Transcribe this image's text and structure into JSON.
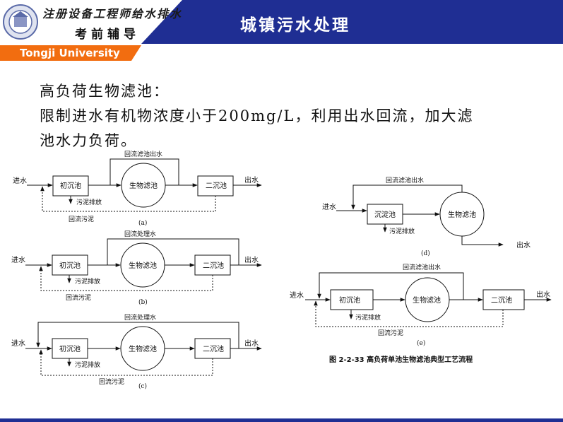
{
  "header": {
    "cert_line": "注册设备工程师给水排水",
    "guide_line": "考前辅导",
    "title": "城镇污水处理",
    "university": "Tongji University",
    "colors": {
      "navy": "#1f2e93",
      "orange": "#f26d10"
    }
  },
  "intro": {
    "line1": "高负荷生物滤池：",
    "line2": "限制进水有机物浓度小于200mg/L，利用出水回流，加大滤",
    "line3": "池水力负荷。"
  },
  "flows": {
    "a": {
      "inflow": "进水",
      "primary": "初沉池",
      "biofilter": "生物滤池",
      "secondary": "二沉池",
      "outflow": "出水",
      "recycle": "回流滤池出水",
      "sludge": "污泥排放",
      "sludge_return": "回流污泥",
      "label": "(a)"
    },
    "b": {
      "inflow": "进水",
      "primary": "初沉池",
      "biofilter": "生物滤池",
      "secondary": "二沉池",
      "outflow": "出水",
      "recycle": "回流处理水",
      "sludge": "污泥排放",
      "sludge_return": "回流污泥",
      "label": "(b)"
    },
    "c": {
      "inflow": "进水",
      "primary": "初沉池",
      "biofilter": "生物滤池",
      "secondary": "二沉池",
      "outflow": "出水",
      "recycle": "回流处理水",
      "sludge": "污泥排放",
      "sludge_return": "回流污泥",
      "label": "(c)"
    },
    "d": {
      "inflow": "进水",
      "primary": "沉淀池",
      "biofilter": "生物滤池",
      "outflow": "出水",
      "recycle": "回流滤池出水",
      "sludge": "污泥排放",
      "label": "(d)"
    },
    "e": {
      "inflow": "进水",
      "primary": "初沉池",
      "biofilter": "生物滤池",
      "secondary": "二沉池",
      "outflow": "出水",
      "recycle": "回流滤池出水",
      "sludge": "污泥排放",
      "sludge_return": "回流污泥",
      "label": "(e)"
    }
  },
  "figure_caption": "图 2-2-33    高负荷单池生物滤池典型工艺流程"
}
